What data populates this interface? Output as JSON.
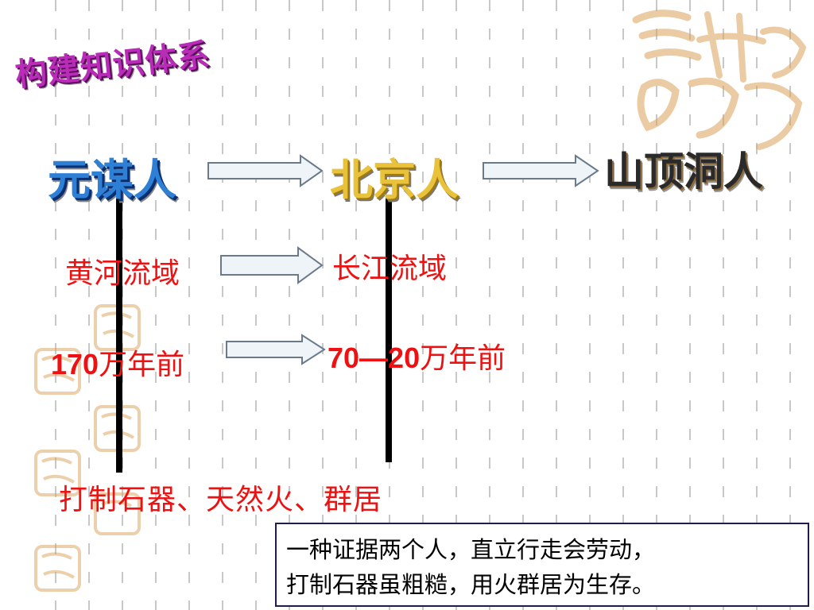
{
  "title": "构建知识体系",
  "eras": [
    {
      "name": "元谋人"
    },
    {
      "name": "北京人"
    },
    {
      "name": "山顶洞人"
    }
  ],
  "locations": {
    "from": "黄河流域",
    "to": "长江流域"
  },
  "times": {
    "from_num": "170",
    "from_unit": "万年前",
    "to_num": "70—20",
    "to_unit": "万年前"
  },
  "tools_line": "打制石器、天然火、群居",
  "summary": {
    "line1": "一种证据两个人，直立行走会劳动，",
    "line2": "打制石器虽粗糙，用火群居为生存。"
  },
  "colors": {
    "title": "#b82cb8",
    "yuanmou": "#2e7fd6",
    "beijing": "#e8c23a",
    "shanding": "#2a2a2a",
    "red_text": "#ee1111",
    "arrow_fill": "#eef4f8",
    "arrow_stroke": "#6a7a8a"
  },
  "decorations": [
    "seal-stamp-icon",
    "grid-dashes"
  ]
}
